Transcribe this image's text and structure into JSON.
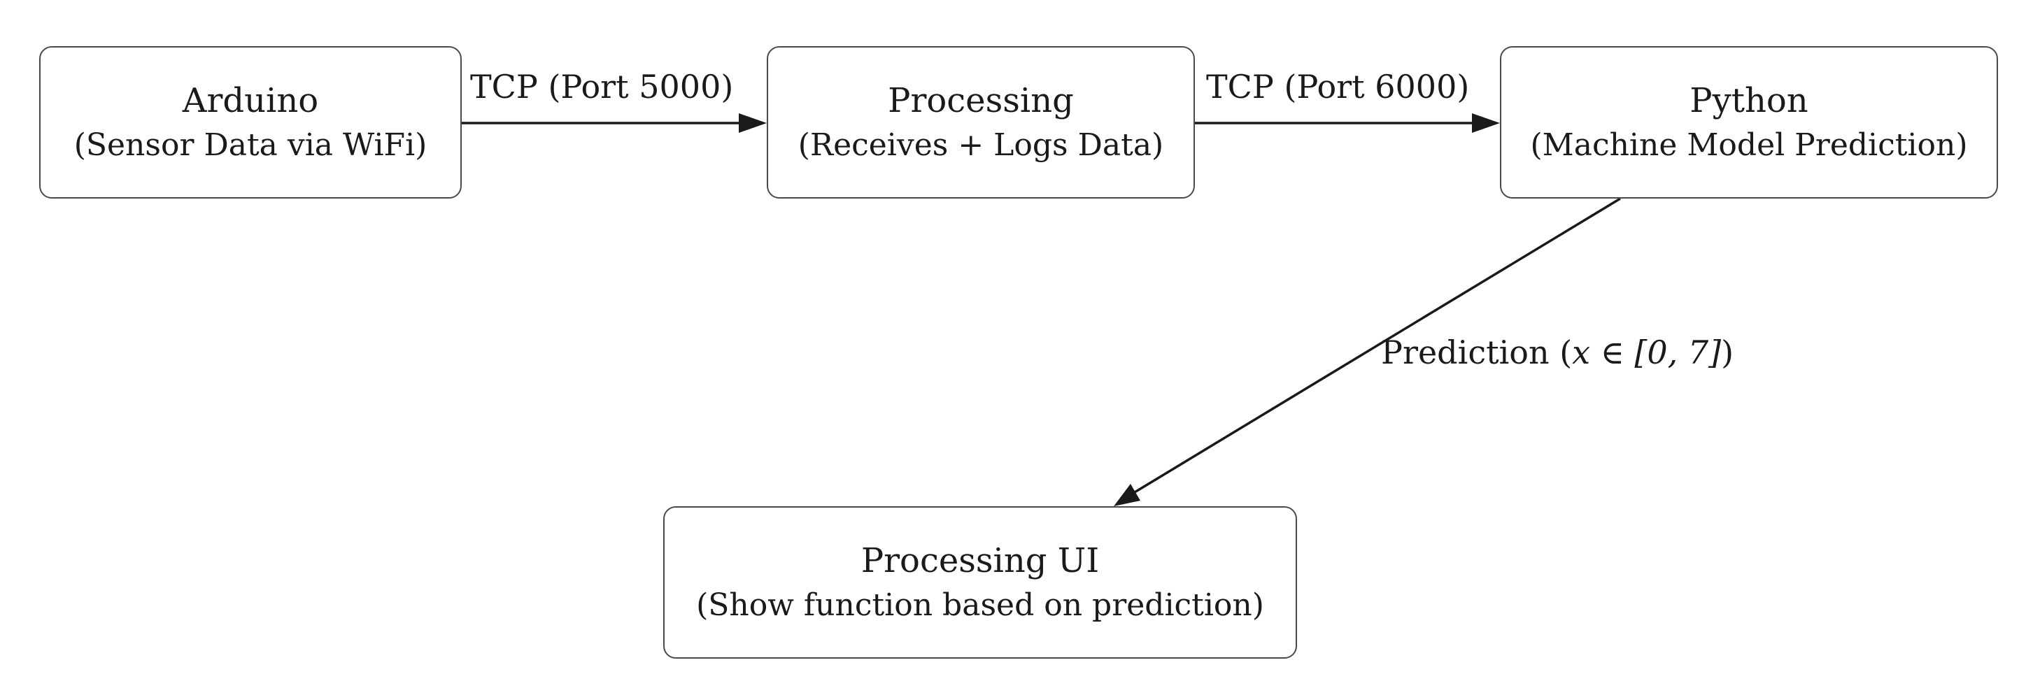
{
  "nodes": {
    "arduino": {
      "title": "Arduino",
      "subtitle": "(Sensor Data via WiFi)"
    },
    "processing": {
      "title": "Processing",
      "subtitle": "(Receives + Logs Data)"
    },
    "python": {
      "title": "Python",
      "subtitle": "(Machine Model Prediction)"
    },
    "processing_ui": {
      "title": "Processing UI",
      "subtitle": "(Show function based on prediction)"
    }
  },
  "edges": {
    "arduino_to_processing": {
      "label": "TCP (Port 5000)"
    },
    "processing_to_python": {
      "label": "TCP (Port 6000)"
    },
    "python_to_ui": {
      "label_prefix": "Prediction (",
      "label_math": "x ∈ [0, 7]",
      "label_suffix": ")"
    }
  },
  "colors": {
    "stroke": "#1a1a1a",
    "box_border": "#4a4a4a"
  }
}
